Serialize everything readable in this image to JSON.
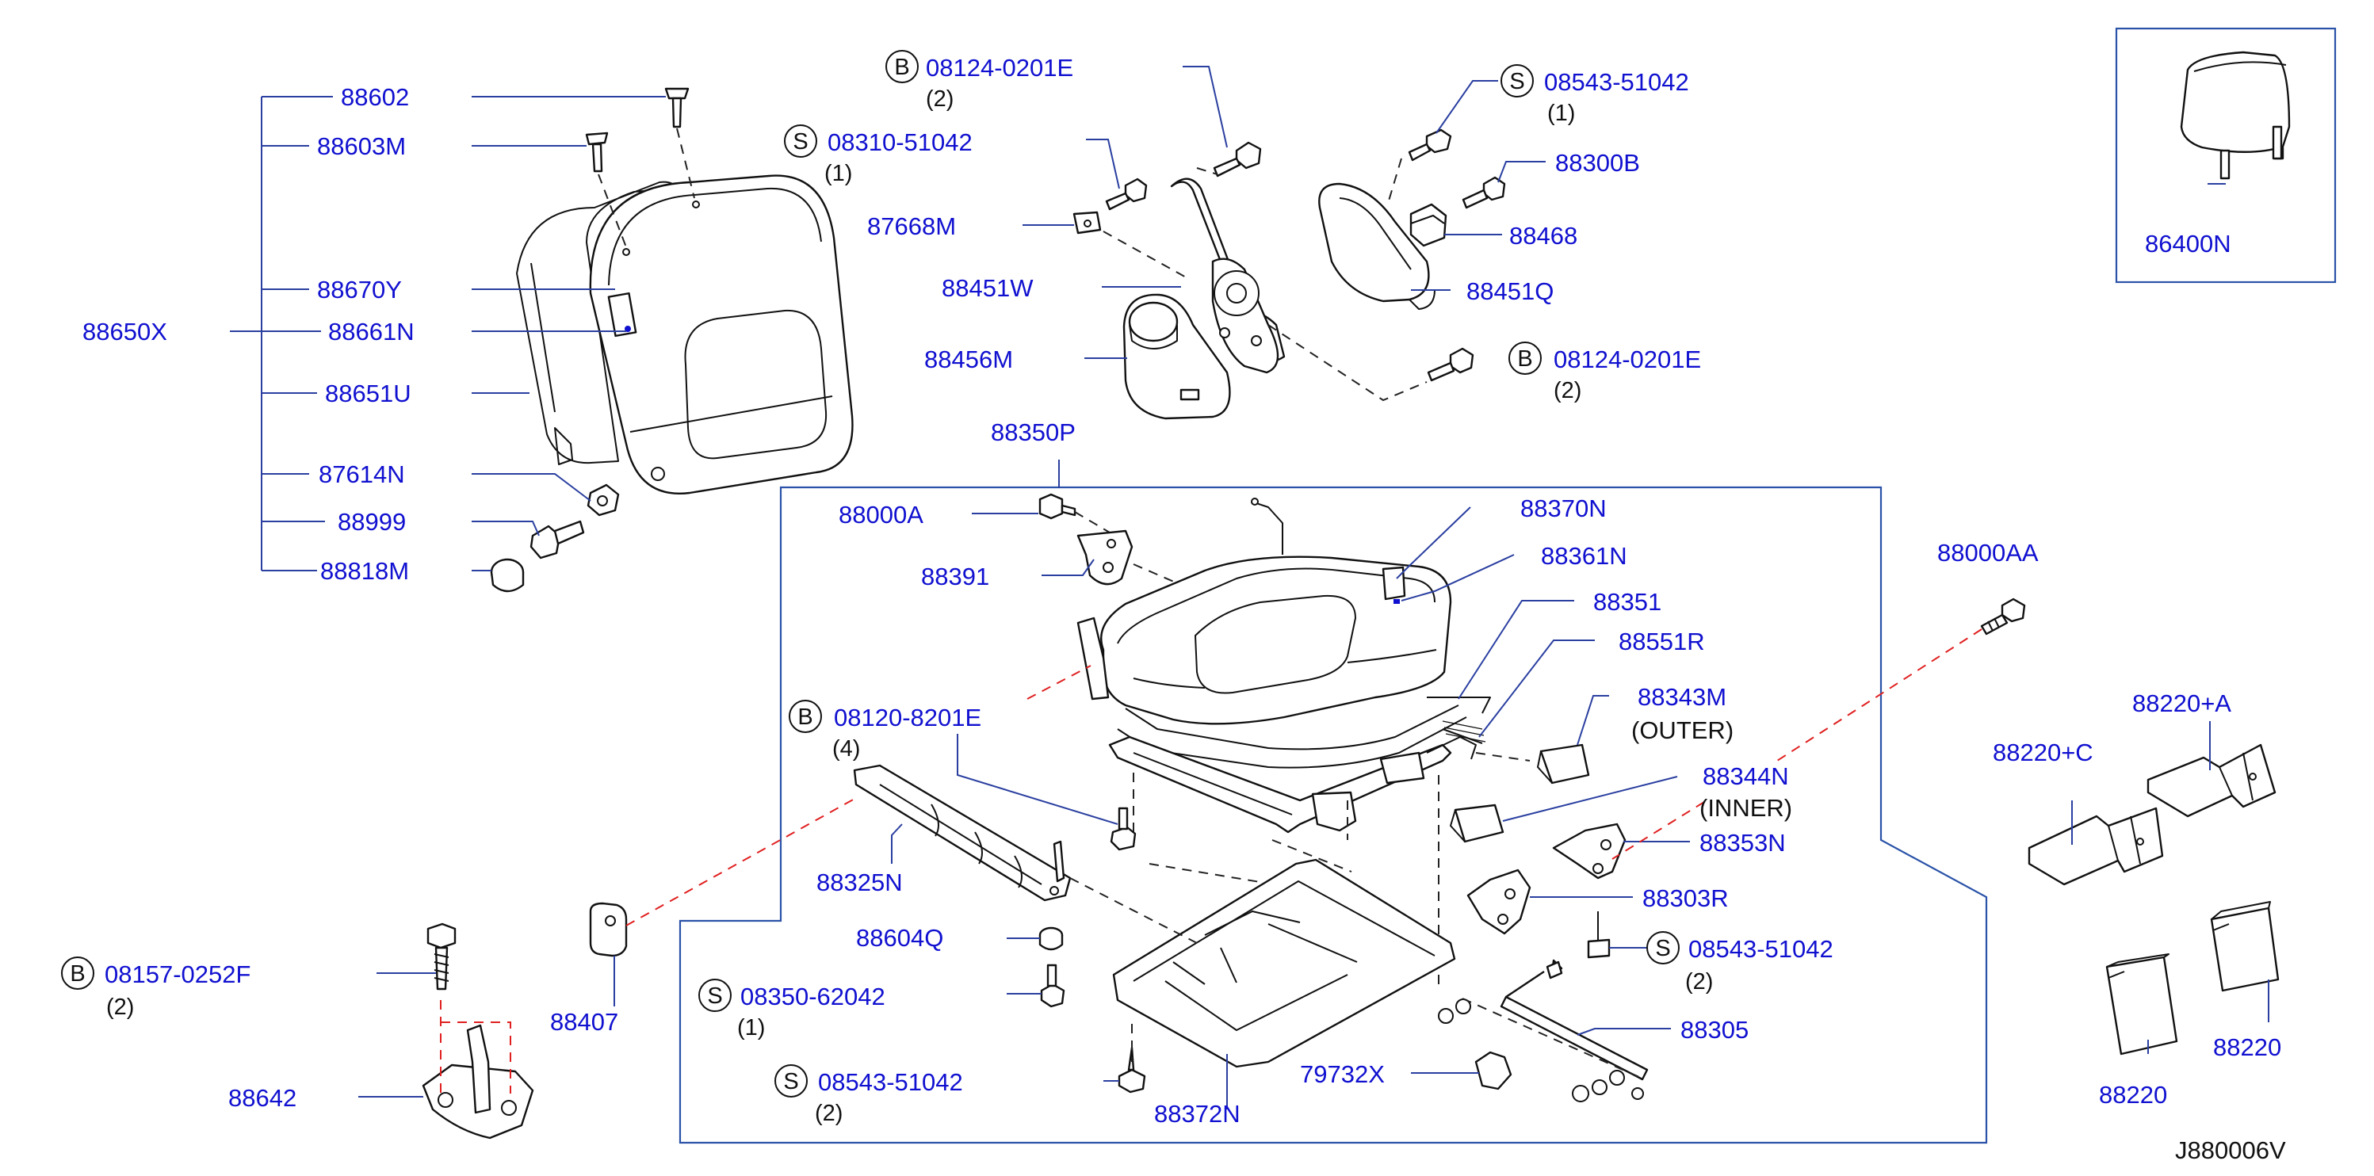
{
  "reference_code": "J880006V",
  "labels": {
    "p88602": "88602",
    "p88603M": "88603M",
    "p88650X": "88650X",
    "p88670Y": "88670Y",
    "p88661N": "88661N",
    "p88651U": "88651U",
    "p87614N": "87614N",
    "p88999": "88999",
    "p88818M": "88818M",
    "p08124_top": "08124-0201E",
    "p08124_top_qty": "(2)",
    "p08310": "08310-51042",
    "p08310_qty": "(1)",
    "p87668M": "87668M",
    "p88451W": "88451W",
    "p88456M": "88456M",
    "p08543_top": "08543-51042",
    "p08543_top_qty": "(1)",
    "p88300B": "88300B",
    "p88468": "88468",
    "p88451Q": "88451Q",
    "p08124_mid": "08124-0201E",
    "p08124_mid_qty": "(2)",
    "p86400N": "86400N",
    "p88350P": "88350P",
    "p88000A": "88000A",
    "p88391": "88391",
    "p88370N": "88370N",
    "p88361N": "88361N",
    "p88351": "88351",
    "p88551R": "88551R",
    "p88343M": "88343M",
    "p88343M_note": "(OUTER)",
    "p88344N": "88344N",
    "p88344N_note": "(INNER)",
    "p88353N": "88353N",
    "p88303R": "88303R",
    "p08543_right": "08543-51042",
    "p08543_right_qty": "(2)",
    "p88305": "88305",
    "p79732X": "79732X",
    "p88372N": "88372N",
    "p08120": "08120-8201E",
    "p08120_qty": "(4)",
    "p88325N": "88325N",
    "p88604Q": "88604Q",
    "p08350": "08350-62042",
    "p08350_qty": "(1)",
    "p08543_bottom": "08543-51042",
    "p08543_bottom_qty": "(2)",
    "p88407": "88407",
    "p08157": "08157-0252F",
    "p08157_qty": "(2)",
    "p88642": "88642",
    "p88000AA": "88000AA",
    "p88220A": "88220+A",
    "p88220C": "88220+C",
    "p88220_left": "88220",
    "p88220_right": "88220"
  },
  "markers": {
    "bolt": "B",
    "screw": "S"
  },
  "colors": {
    "label_text": "#1010d0",
    "leader_line": "#2a3fa0",
    "red_dash": "#e02020",
    "drawing": "#111111"
  }
}
